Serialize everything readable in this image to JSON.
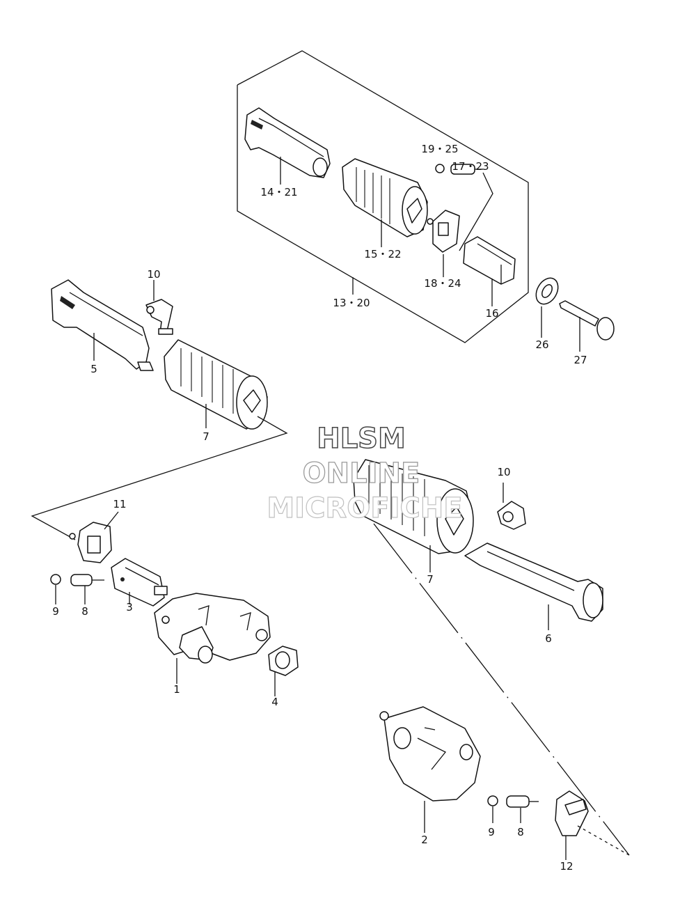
{
  "labels": {
    "p14_21": "14・21",
    "p19_25": "19・25",
    "p17_23": "17・23",
    "p15_22": "15・22",
    "p18_24": "18・24",
    "p13_20": "13・20",
    "p16": "16",
    "p26": "26",
    "p27": "27",
    "p10a": "10",
    "p5": "5",
    "p7a": "7",
    "p11": "11",
    "p9a": "9",
    "p8a": "8",
    "p3": "3",
    "p1": "1",
    "p4": "4",
    "p10b": "10",
    "p7b": "7",
    "p6": "6",
    "p2": "2",
    "p9b": "9",
    "p8b": "8",
    "p12": "12"
  },
  "watermark": {
    "line1": "HLSM",
    "line2": "ONLINE",
    "line3": "MICROFICHE"
  }
}
